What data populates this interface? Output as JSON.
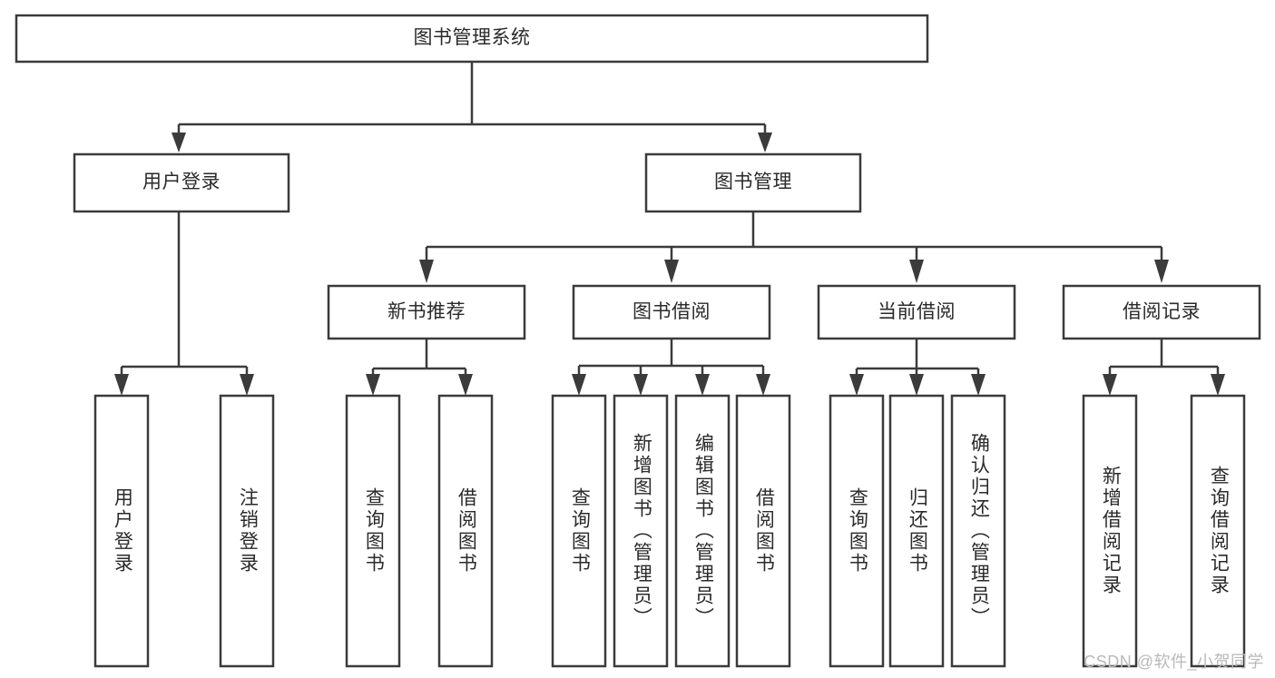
{
  "diagram": {
    "title": "图书管理系统",
    "watermark": "CSDN @软件_小贺同学",
    "colors": {
      "stroke": "#3b3b3b",
      "fill": "#ffffff",
      "text": "#2a2a2a",
      "watermark": "#b9b9b9",
      "background": "#ffffff"
    },
    "nodes": {
      "root": "图书管理系统",
      "l2": {
        "user_login": "用户登录",
        "book_manage": "图书管理"
      },
      "l3": {
        "new_book_rec": "新书推荐",
        "book_borrow": "图书借阅",
        "current_borrow": "当前借阅",
        "borrow_record": "借阅记录"
      },
      "leaves": {
        "user_login_1": "用户登录",
        "user_login_2": "注销登录",
        "new_book_1": "查询图书",
        "new_book_2": "借阅图书",
        "borrow_1": "查询图书",
        "borrow_2": "新增图书（管理员）",
        "borrow_3": "编辑图书（管理员）",
        "borrow_4": "借阅图书",
        "current_1": "查询图书",
        "current_2": "归还图书",
        "current_3": "确认归还（管理员）",
        "record_1": "新增借阅记录",
        "record_2": "查询借阅记录"
      }
    }
  }
}
